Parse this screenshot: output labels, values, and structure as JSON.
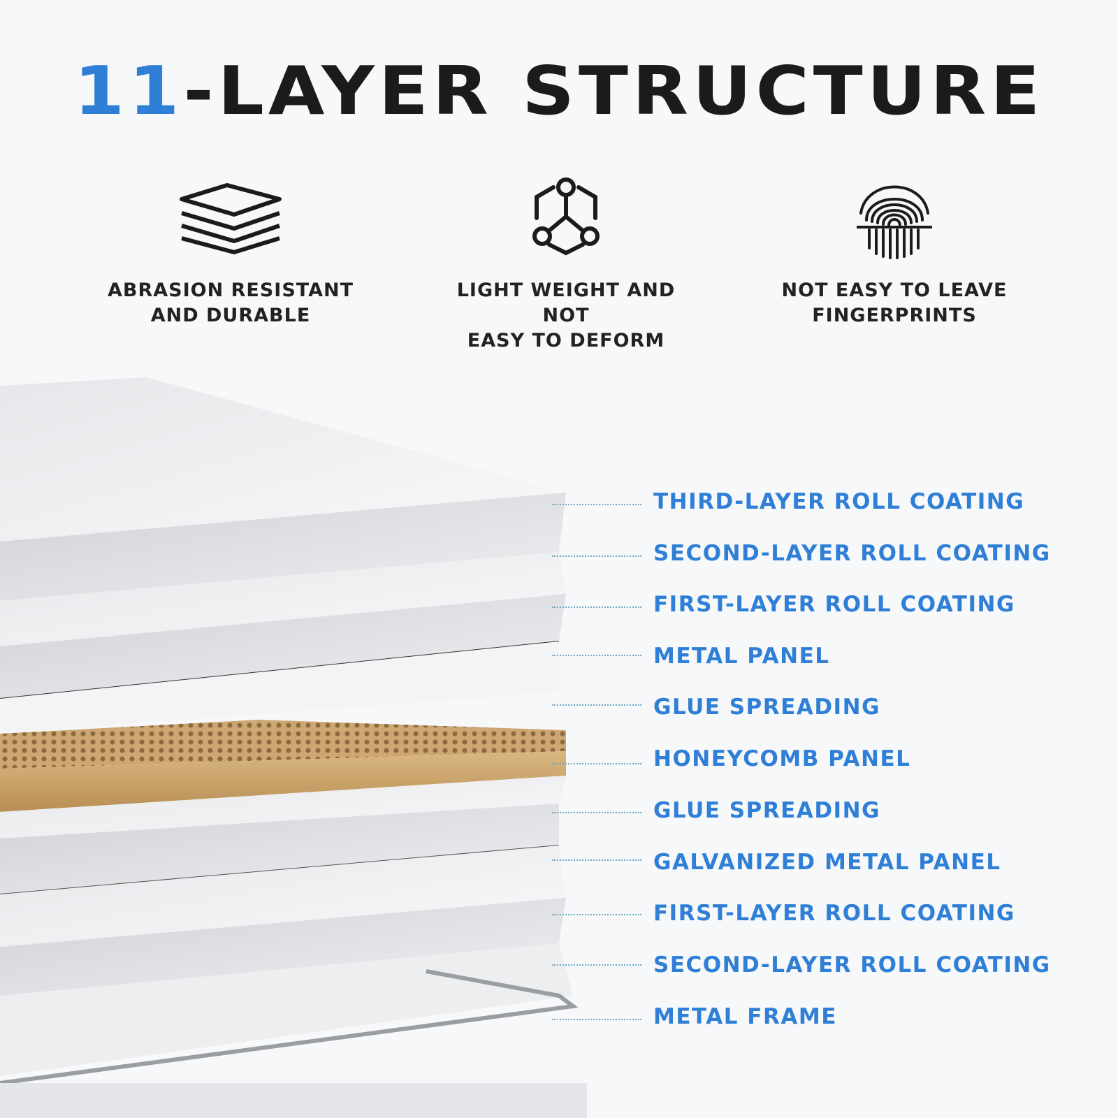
{
  "title": {
    "number": "11",
    "rest": "-LAYER STRUCTURE"
  },
  "features": [
    {
      "icon": "stacked-layers-icon",
      "label": "ABRASION RESISTANT\nAND DURABLE"
    },
    {
      "icon": "molecule-hexagon-icon",
      "label": "LIGHT WEIGHT AND NOT\nEASY TO DEFORM"
    },
    {
      "icon": "fingerprint-icon",
      "label": "NOT EASY TO LEAVE\nFINGERPRINTS"
    }
  ],
  "layers": [
    "THIRD-LAYER ROLL COATING",
    "SECOND-LAYER ROLL COATING",
    "FIRST-LAYER ROLL COATING",
    "METAL PANEL",
    "GLUE SPREADING",
    "HONEYCOMB PANEL",
    "GLUE SPREADING",
    "GALVANIZED METAL PANEL",
    "FIRST-LAYER ROLL COATING",
    "SECOND-LAYER ROLL COATING",
    "METAL FRAME"
  ],
  "colors": {
    "accent": "#2f7fd6",
    "text": "#1b1b1b",
    "honeycomb": "#c9a36a"
  }
}
